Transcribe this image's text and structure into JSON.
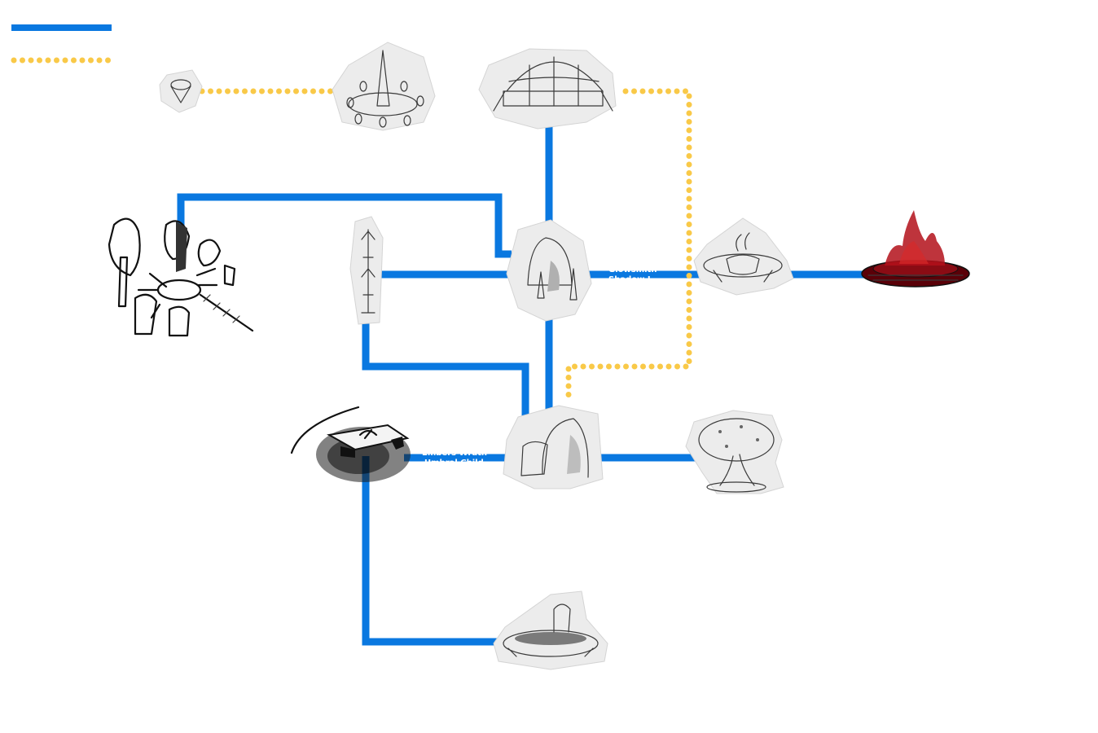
{
  "legend": {
    "solid_color": "#0a78e0",
    "dotted_color": "#f9c948"
  },
  "edge_labels": {
    "label_a_line1": "Glowsmith",
    "label_a_line2": "Shadow L",
    "label_b_line1": "Embers Wrath",
    "label_b_line2": "Umbral Child"
  },
  "icons": {
    "small_gem": "gem-icon",
    "crystal_circle": "crystal-circle-icon",
    "dome": "domed-pavilion-icon",
    "standing_stones": "standing-stones-icon",
    "totem": "totem-pole-icon",
    "monolith": "monolith-shrine-icon",
    "cauldron": "cauldron-altar-icon",
    "fire_pit": "fire-pit-icon",
    "dark_altar": "shadow-altar-icon",
    "cave_shrine": "cave-shrine-icon",
    "tree": "sacred-tree-icon",
    "well": "well-pool-icon"
  },
  "colors": {
    "fire_red": "#b3101a",
    "fire_dark": "#5a0008"
  }
}
